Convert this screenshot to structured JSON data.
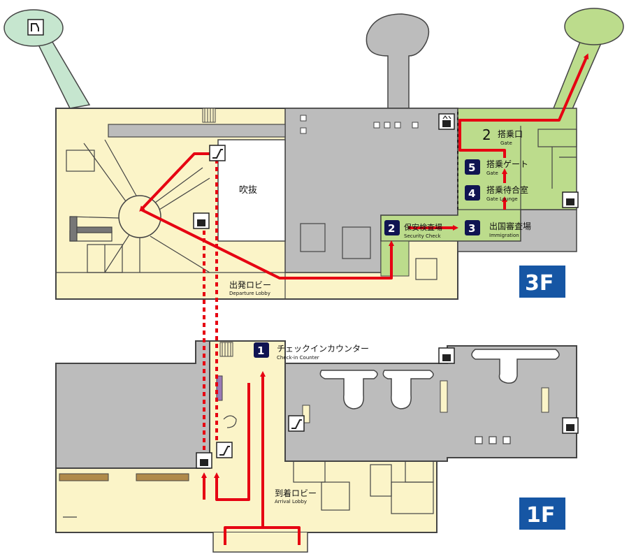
{
  "floors": {
    "upper": "3F",
    "lower": "1F"
  },
  "areas": {
    "atrium": "吹抜",
    "departure_lobby": "出発ロビー",
    "departure_lobby_en": "Departure Lobby",
    "arrival_lobby": "到着ロビー",
    "arrival_lobby_en": "Arrival Lobby",
    "gate_number": "2",
    "gate_jp": "搭乗口",
    "gate_en": "Gate"
  },
  "steps": [
    {
      "num": "1",
      "jp": "チェックインカウンター",
      "en": "Check-in Counter"
    },
    {
      "num": "2",
      "jp": "保安検査場",
      "en": "Security Check"
    },
    {
      "num": "3",
      "jp": "出国審査場",
      "en": "Immigration"
    },
    {
      "num": "4",
      "jp": "搭乗待合室",
      "en": "Gate Lounge"
    },
    {
      "num": "5",
      "jp": "搭乗ゲート",
      "en": "Gate"
    }
  ],
  "colors": {
    "floor": "#fbf4c8",
    "wall": "#444444",
    "gray": "#bcbcbc",
    "green": "#bcdc8c",
    "teal": "#c6e6cf",
    "route": "#e60012",
    "badge": "#101452",
    "floor_badge": "#1656a4"
  },
  "icons": [
    "elevator-icon",
    "escalator-icon",
    "boarding-bridge-icon"
  ]
}
